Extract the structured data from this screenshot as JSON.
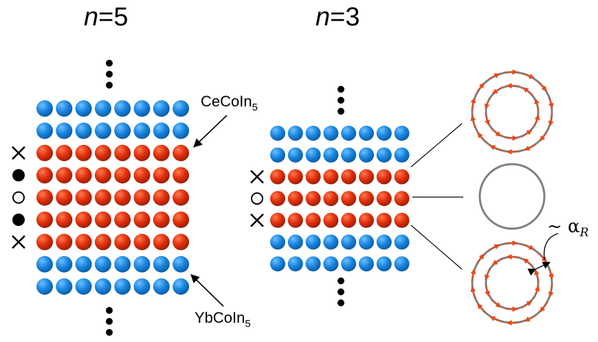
{
  "panels": [
    {
      "title_var": "n",
      "title_rest": "=5",
      "rows": [
        "blue",
        "blue",
        "red",
        "red",
        "red",
        "red",
        "red",
        "blue",
        "blue"
      ],
      "markers": [
        "none",
        "none",
        "cross",
        "filled",
        "open",
        "filled",
        "cross",
        "none",
        "none"
      ]
    },
    {
      "title_var": "n",
      "title_rest": "=3",
      "rows": [
        "blue",
        "blue",
        "red",
        "red",
        "red",
        "blue",
        "blue"
      ],
      "markers": [
        "none",
        "none",
        "cross",
        "open",
        "cross",
        "none",
        "none"
      ]
    }
  ],
  "labels": {
    "top_material": "CeCoIn",
    "top_sub": "5",
    "bottom_material": "YbCoIn",
    "bottom_sub": "5",
    "alpha_tilde": "~ α",
    "alpha_sub": "R"
  },
  "colors": {
    "blue": "#1a86e0",
    "blue_edge": "#0b5fa8",
    "red": "#e2300c",
    "red_edge": "#a01f05",
    "ring": "#808080",
    "arrow": "#e84a1a"
  },
  "rings": [
    {
      "pattern": "double-with-arrows"
    },
    {
      "pattern": "single-plain"
    },
    {
      "pattern": "double-with-arrows"
    }
  ]
}
